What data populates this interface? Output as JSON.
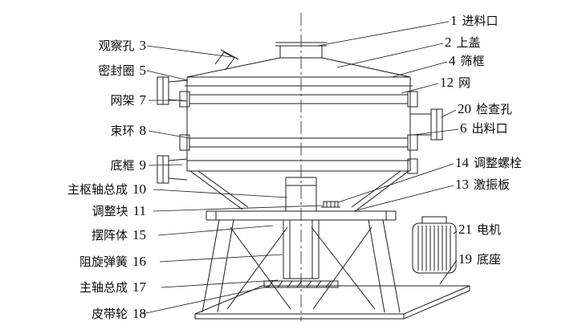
{
  "figure": {
    "background_color": "#ffffff",
    "line_color": "#1c1c1c",
    "subject": "旋振筛结构图"
  },
  "labels": {
    "left": [
      {
        "text": "观察孔",
        "num": "3"
      },
      {
        "text": "密封圈",
        "num": "5"
      },
      {
        "text": "网架",
        "num": "7"
      },
      {
        "text": "束环",
        "num": "8"
      },
      {
        "text": "底框",
        "num": "9"
      },
      {
        "text": "主枢轴总成",
        "num": "10"
      },
      {
        "text": "调整块",
        "num": "11"
      },
      {
        "text": "摆阵体",
        "num": "15"
      },
      {
        "text": "阻旋弹簧",
        "num": "16"
      },
      {
        "text": "主轴总成",
        "num": "17"
      },
      {
        "text": "皮带轮",
        "num": "18"
      }
    ],
    "right": [
      {
        "num": "1",
        "text": "进料口"
      },
      {
        "num": "2",
        "text": "上盖"
      },
      {
        "num": "4",
        "text": "筛框"
      },
      {
        "num": "12",
        "text": "网"
      },
      {
        "num": "20",
        "text": "检查孔"
      },
      {
        "num": "6",
        "text": "出料口"
      },
      {
        "num": "14",
        "text": "调整螺栓"
      },
      {
        "num": "13",
        "text": "激振板"
      },
      {
        "num": "21",
        "text": "电机"
      },
      {
        "num": "19",
        "text": "底座"
      }
    ]
  }
}
